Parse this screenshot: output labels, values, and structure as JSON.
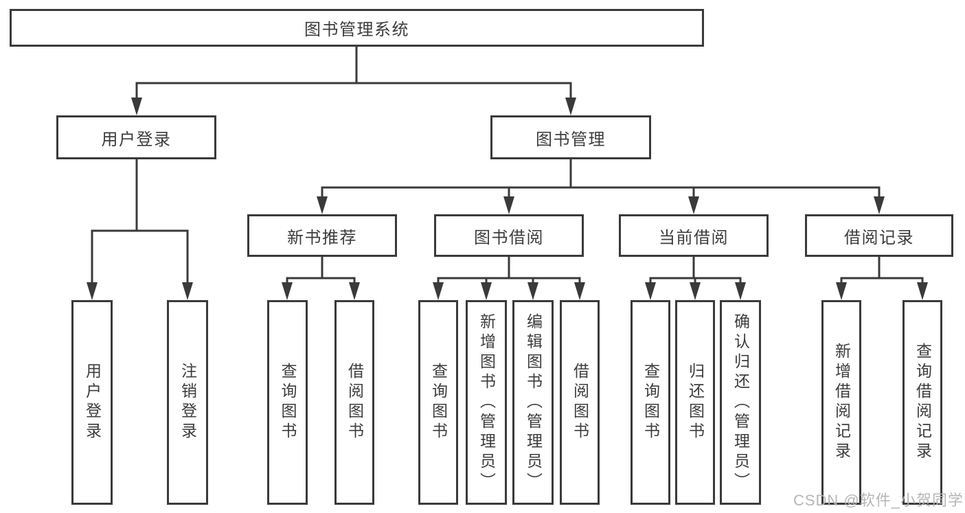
{
  "diagram": {
    "title": "图书管理系统",
    "tree": {
      "label": "图书管理系统",
      "children": [
        {
          "label": "用户登录",
          "children": [
            {
              "label": "用户登录"
            },
            {
              "label": "注销登录"
            }
          ]
        },
        {
          "label": "图书管理",
          "children": [
            {
              "label": "新书推荐",
              "children": [
                {
                  "label": "查询图书"
                },
                {
                  "label": "借阅图书"
                }
              ]
            },
            {
              "label": "图书借阅",
              "children": [
                {
                  "label": "查询图书"
                },
                {
                  "label": "新增图书（管理员）"
                },
                {
                  "label": "编辑图书（管理员）"
                },
                {
                  "label": "借阅图书"
                }
              ]
            },
            {
              "label": "当前借阅",
              "children": [
                {
                  "label": "查询图书"
                },
                {
                  "label": "归还图书"
                },
                {
                  "label": "确认归还（管理员）"
                }
              ]
            },
            {
              "label": "借阅记录",
              "children": [
                {
                  "label": "新增借阅记录"
                },
                {
                  "label": "查询借阅记录"
                }
              ]
            }
          ]
        }
      ]
    },
    "colors": {
      "line": "#3a3a3a",
      "text": "#3c3c3c",
      "background": "#ffffff",
      "watermark": "#b2b2b2"
    }
  },
  "watermark": {
    "text": "CSDN @软件_小贺同学"
  }
}
